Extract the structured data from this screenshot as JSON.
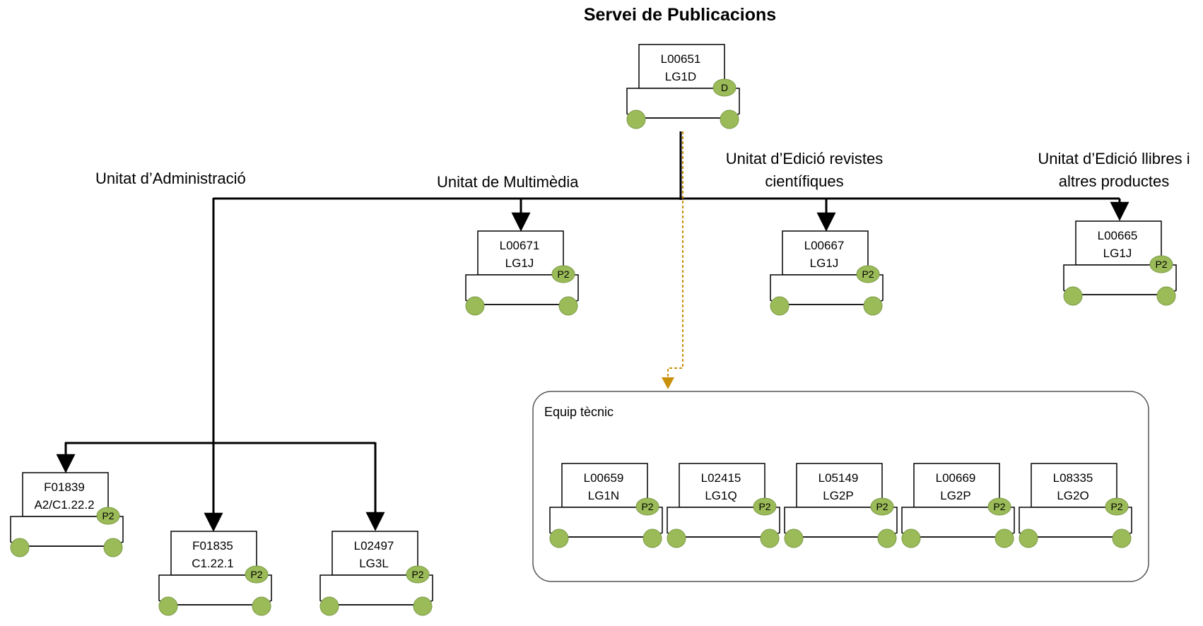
{
  "title": "Servei de Publicacions",
  "colors": {
    "badge_fill": "#9BBB59",
    "badge_stroke": "#7A9A45",
    "connector": "#000000",
    "dotted_connector": "#C9920E",
    "box_stroke": "#000000"
  },
  "unit_labels": {
    "administracio": "Unitat d’Administració",
    "multimedia": "Unitat de Multimèdia",
    "revistes_line1": "Unitat d’Edició revistes",
    "revistes_line2": "científiques",
    "llibres_line1": "Unitat d’Edició llibres i",
    "llibres_line2": "altres productes"
  },
  "group": {
    "label": "Equip tècnic"
  },
  "positions": {
    "director": {
      "code": "L00651",
      "level": "LG1D",
      "badge": "D"
    },
    "multimedia": {
      "code": "L00671",
      "level": "LG1J",
      "badge": "P2"
    },
    "revistes": {
      "code": "L00667",
      "level": "LG1J",
      "badge": "P2"
    },
    "llibres": {
      "code": "L00665",
      "level": "LG1J",
      "badge": "P2"
    },
    "admin_1": {
      "code": "F01839",
      "level": "A2/C1.22.2",
      "badge": "P2"
    },
    "admin_2": {
      "code": "F01835",
      "level": "C1.22.1",
      "badge": "P2"
    },
    "admin_3": {
      "code": "L02497",
      "level": "LG3L",
      "badge": "P2"
    },
    "tech_1": {
      "code": "L00659",
      "level": "LG1N",
      "badge": "P2"
    },
    "tech_2": {
      "code": "L02415",
      "level": "LG1Q",
      "badge": "P2"
    },
    "tech_3": {
      "code": "L05149",
      "level": "LG2P",
      "badge": "P2"
    },
    "tech_4": {
      "code": "L00669",
      "level": "LG2P",
      "badge": "P2"
    },
    "tech_5": {
      "code": "L08335",
      "level": "LG2O",
      "badge": "P2"
    }
  }
}
